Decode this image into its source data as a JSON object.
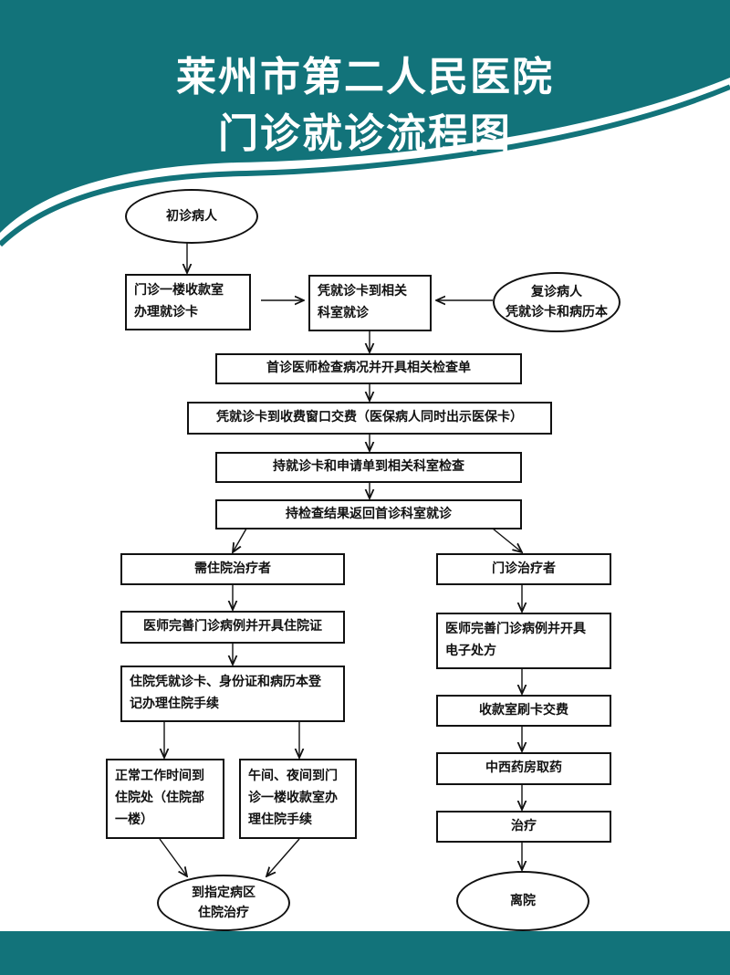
{
  "header": {
    "title_line1": "莱州市第二人民医院",
    "title_line2": "门诊就诊流程图",
    "band_color": "#12737a",
    "accent_color": "#ffffff"
  },
  "flow": {
    "first_visit": "初诊病人",
    "register": "门诊一楼收款室\n办理就诊卡",
    "to_department": "凭就诊卡到相关\n科室就诊",
    "return_visit": "复诊病人\n凭就诊卡和病历本",
    "first_doctor": "首诊医师检查病况并开具相关检查单",
    "pay_window": "凭就诊卡到收费窗口交费（医保病人同时出示医保卡）",
    "to_exam": "持就诊卡和申请单到相关科室检查",
    "return_results": "持检查结果返回首诊科室就诊",
    "inpatient": {
      "need": "需住院治疗者",
      "doctor": "医师完善门诊病例并开具住院证",
      "register": "住院凭就诊卡、身份证和病历本登\n记办理住院手续",
      "normal_hours": "正常工作时间到\n住院处（住院部\n一楼）",
      "off_hours": "午间、夜间到门\n诊一楼收款室办\n理住院手续",
      "ward": "到指定病区\n住院治疗"
    },
    "outpatient": {
      "need": "门诊治疗者",
      "doctor": "医师完善门诊病例并开具\n电子处方",
      "pay": "收款室刷卡交费",
      "pharmacy": "中西药房取药",
      "treat": "治疗",
      "leave": "离院"
    }
  }
}
